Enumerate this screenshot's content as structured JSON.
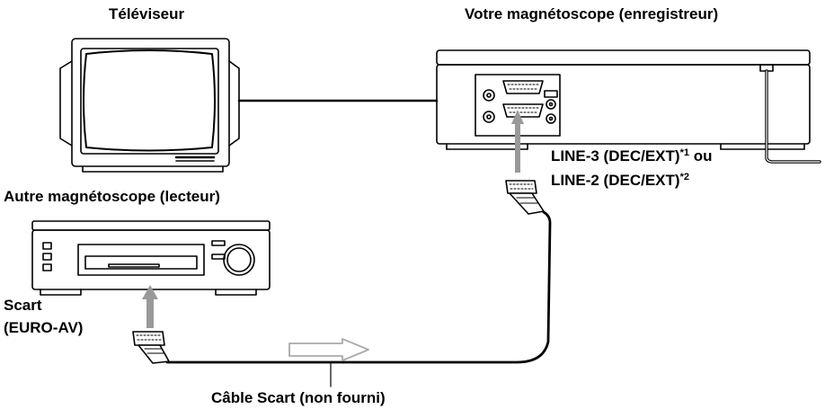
{
  "labels": {
    "tv": "Téléviseur",
    "recorder": "Votre magnétoscope (enregistreur)",
    "line3": "LINE-3 (DEC/EXT)",
    "line3_mark": "*1",
    "line3_suffix": " ou",
    "line2": "LINE-2 (DEC/EXT)",
    "line2_mark": "*2",
    "player": "Autre magnétoscope (lecteur)",
    "scart": "Scart",
    "euro_av": "(EURO-AV)",
    "cable": "Câble Scart (non fourni)"
  },
  "colors": {
    "line": "#000000",
    "plug_arrow": "#999999",
    "flow_arrow": "#aaaaaa",
    "panel_fill": "#ffffff"
  }
}
